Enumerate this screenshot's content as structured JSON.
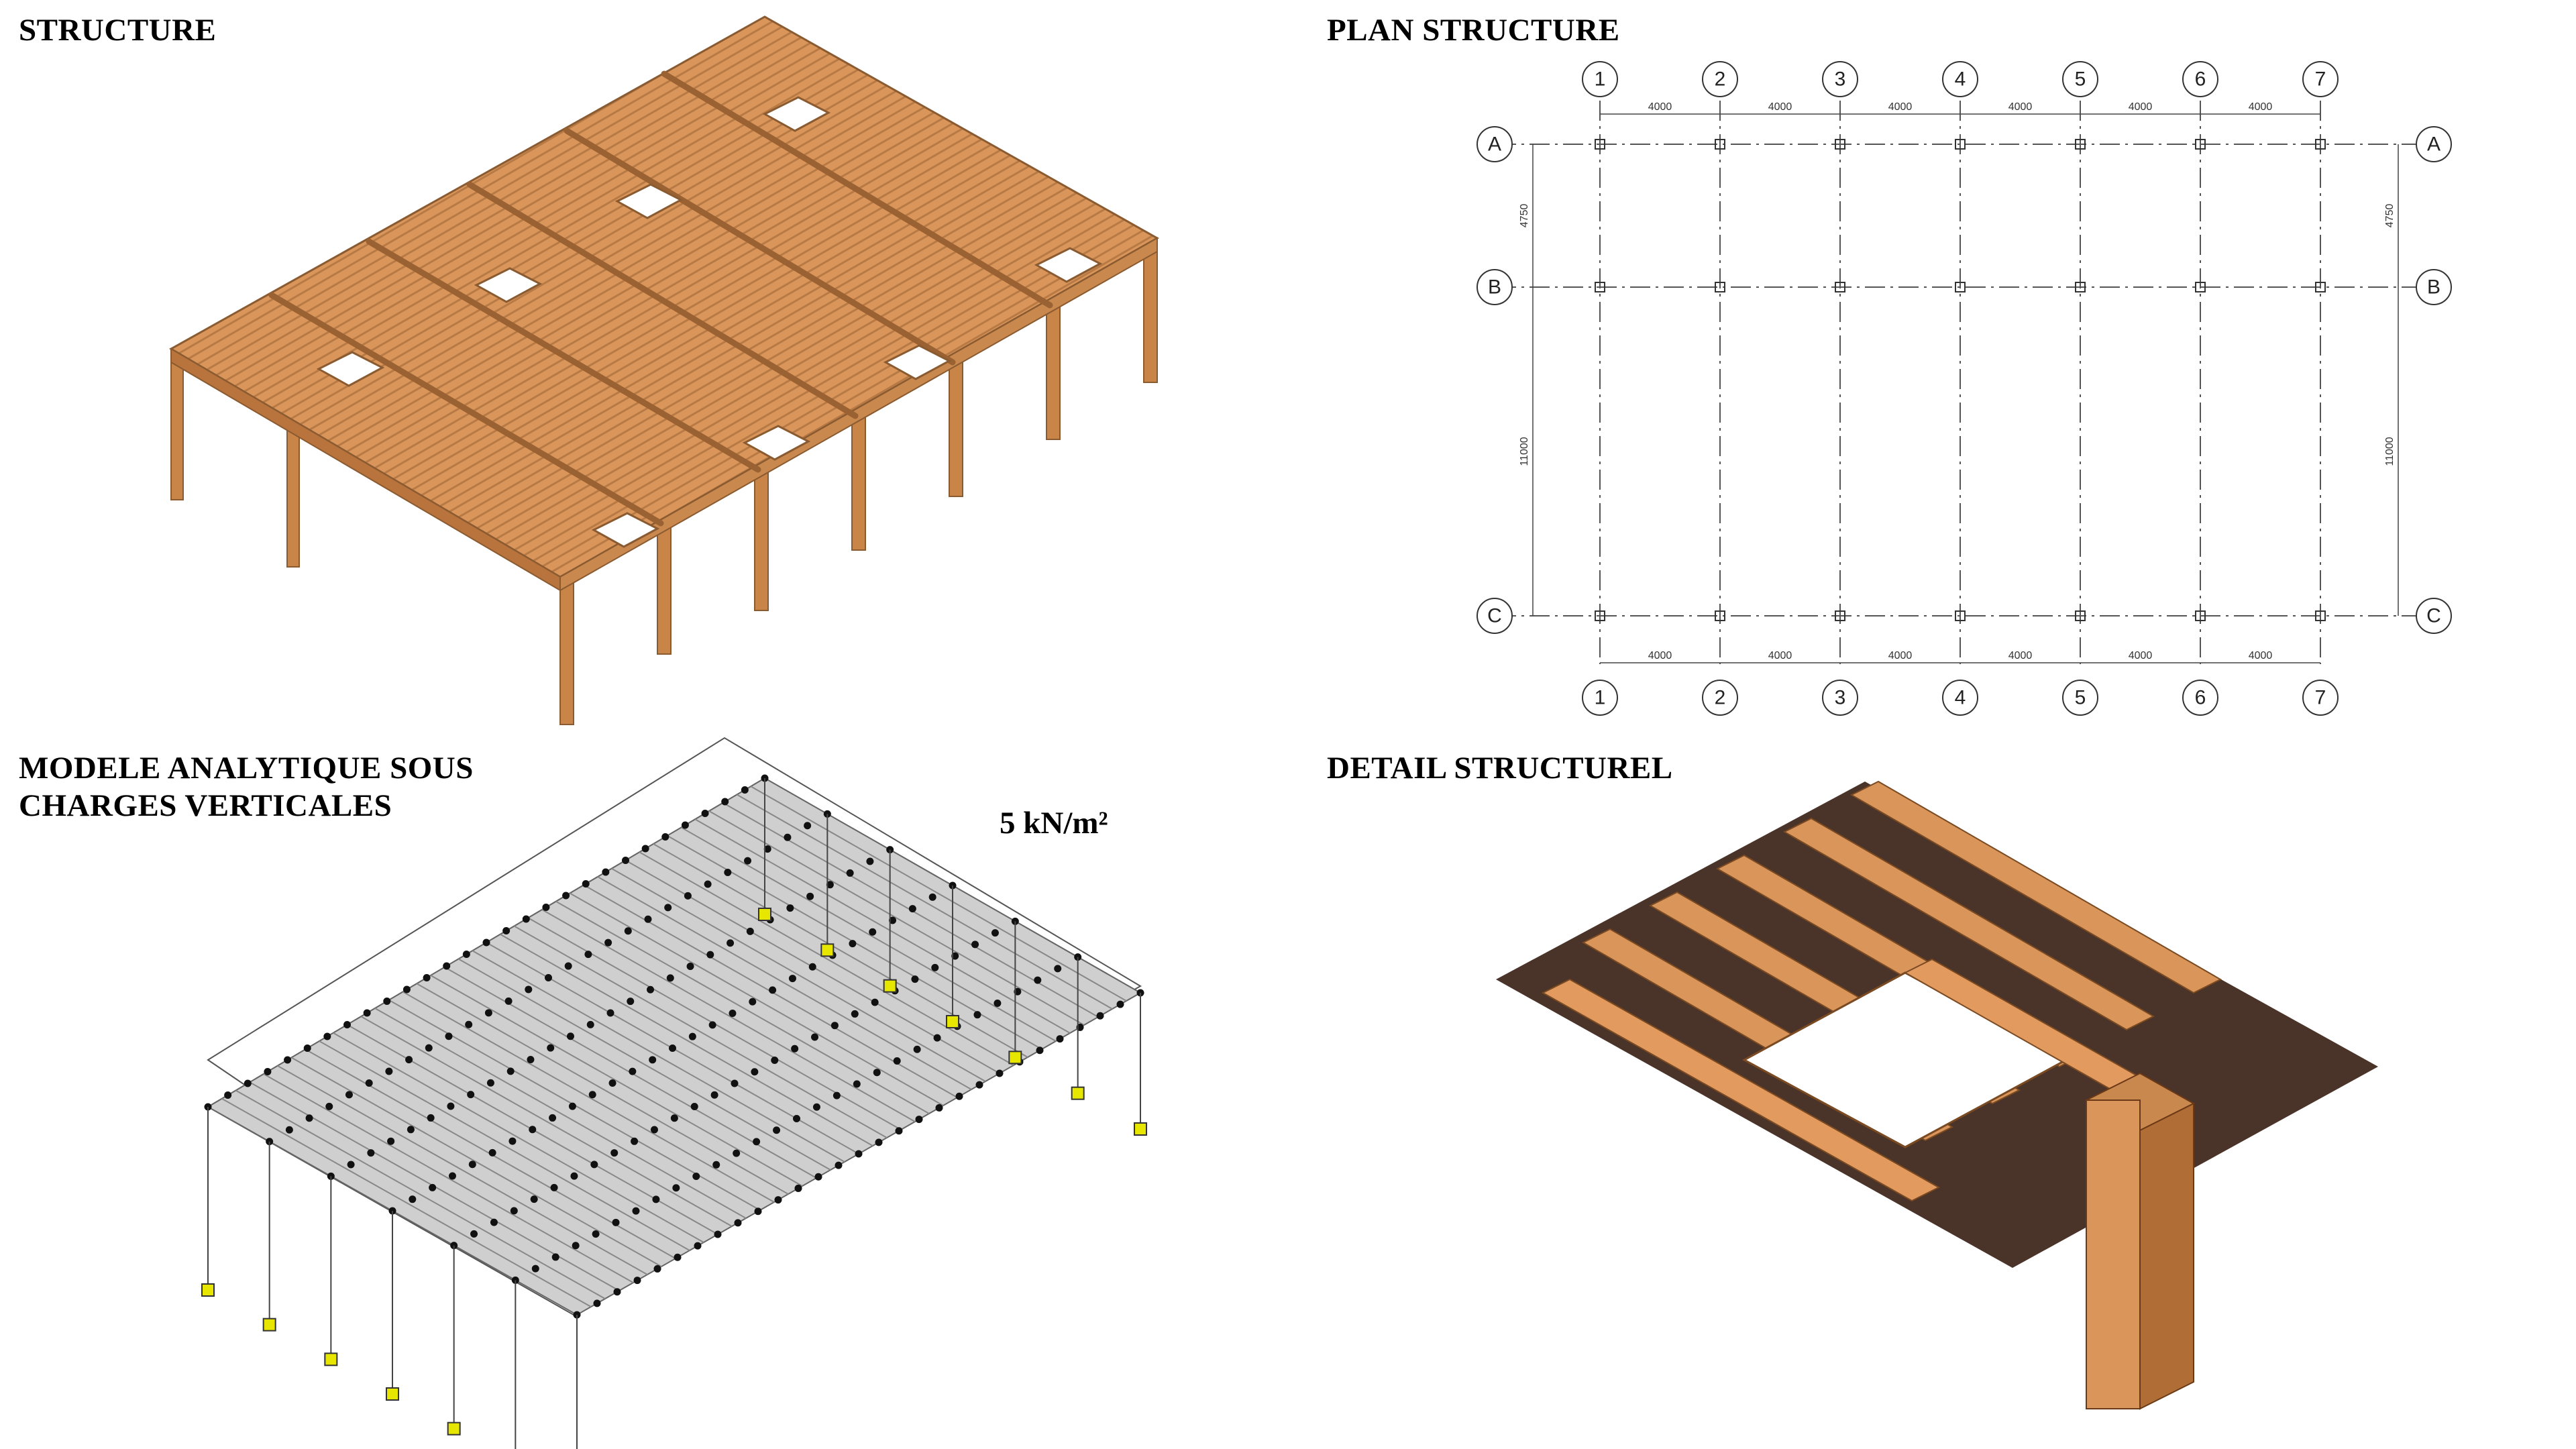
{
  "panels": {
    "structure": {
      "title": "STRUCTURE"
    },
    "plan": {
      "title": "PLAN STRUCTURE"
    },
    "analytic": {
      "title_line1": "MODELE ANALYTIQUE SOUS",
      "title_line2": "CHARGES VERTICALES",
      "load": "5 kN/m²"
    },
    "detail": {
      "title": "DETAIL STRUCTUREL"
    }
  },
  "plan": {
    "columns": [
      "1",
      "2",
      "3",
      "4",
      "5",
      "6",
      "7"
    ],
    "rows": [
      "A",
      "B",
      "C"
    ],
    "column_spacing": [
      "4000",
      "4000",
      "4000",
      "4000",
      "4000",
      "4000"
    ],
    "row_spacing": [
      "4750",
      "11000"
    ]
  },
  "colors": {
    "wood": "#d9955a",
    "wood_dark": "#b06d35",
    "wood_shadow": "#4a3328",
    "slab_gray": "#cfcfcf",
    "support_yellow": "#e6e600"
  }
}
